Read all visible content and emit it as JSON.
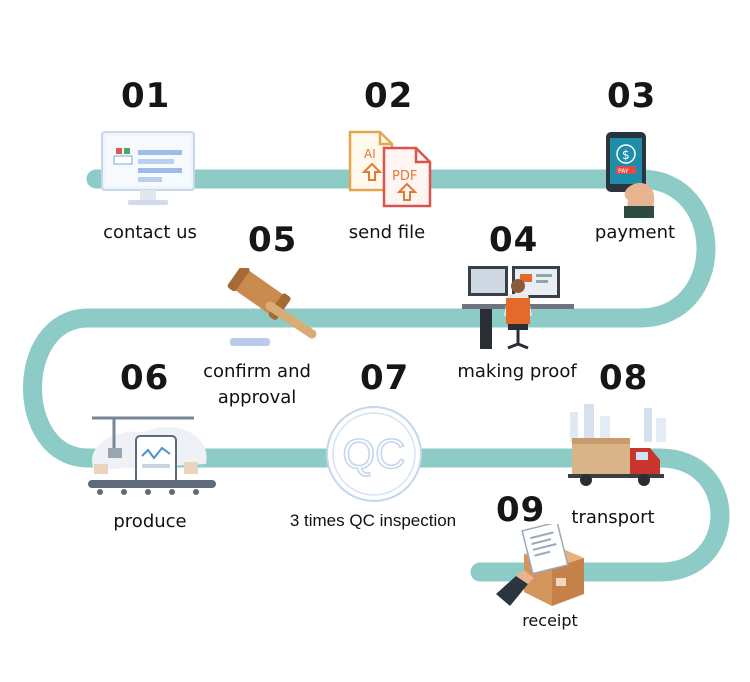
{
  "steps": [
    {
      "number": "01",
      "label": "contact us",
      "icon": "monitor-icon"
    },
    {
      "number": "02",
      "label": "send file",
      "icon": "file-pdf-icon"
    },
    {
      "number": "03",
      "label": "payment",
      "icon": "phone-pay-icon"
    },
    {
      "number": "04",
      "label": "making proof",
      "icon": "designer-desk-icon"
    },
    {
      "number": "05",
      "label_lines": [
        "confirm and",
        "approval"
      ],
      "icon": "gavel-icon"
    },
    {
      "number": "06",
      "label": "produce",
      "icon": "factory-line-icon"
    },
    {
      "number": "07",
      "label": "3 times QC inspection",
      "icon": "qc-stamp-icon",
      "stamp_text": "QC"
    },
    {
      "number": "08",
      "label": "transport",
      "icon": "truck-icon"
    },
    {
      "number": "09",
      "label": "receipt",
      "icon": "package-receipt-icon"
    }
  ],
  "file_badges": {
    "back": "AI",
    "front": "PDF"
  },
  "pay_badge": "PAY",
  "colors": {
    "road": "#8ccbc6",
    "number": "#161616",
    "accent_orange": "#e46a2b",
    "accent_red": "#d9534f"
  }
}
